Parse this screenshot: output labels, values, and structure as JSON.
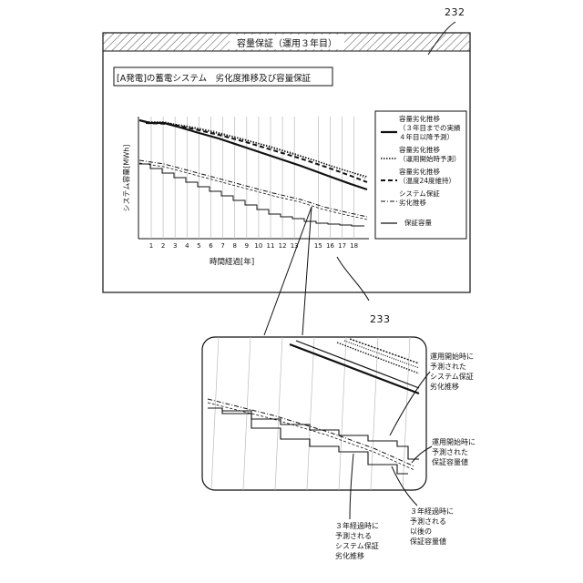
{
  "figure": {
    "ref_window": "232",
    "ref_chart": "233"
  },
  "window": {
    "title": "容量保証（運用３年目）"
  },
  "chart": {
    "subtitle": "[A発電]の蓄電システム　劣化度推移及び容量保証",
    "ylabel": "システム容量[MWh]",
    "xlabel": "時間経過[年]",
    "xticks": [
      "1",
      "2",
      "3",
      "4",
      "5",
      "6",
      "7",
      "8",
      "9",
      "10",
      "11",
      "12",
      "13",
      "15",
      "16",
      "17",
      "18"
    ]
  },
  "legend": {
    "items": [
      {
        "label_lines": [
          "容量劣化推移",
          "（３年目までの実績",
          "４年目以降予測）"
        ],
        "style": "solid-thick"
      },
      {
        "label_lines": [
          "容量劣化推移",
          "（運用開始時予測）"
        ],
        "style": "dotted"
      },
      {
        "label_lines": [
          "容量劣化推移",
          "（温度24度維持）"
        ],
        "style": "dashed-thick"
      },
      {
        "label_lines": [
          "システム保証",
          "劣化推移"
        ],
        "style": "dash-dot"
      },
      {
        "label_lines": [
          "保証容量"
        ],
        "style": "solid-step"
      }
    ]
  },
  "callouts": {
    "c1": [
      "運用開始時に",
      "予測された",
      "システム保証",
      "劣化推移"
    ],
    "c2": [
      "運用開始時に",
      "予測された",
      "保証容量値"
    ],
    "c3": [
      "３年経過時に",
      "予測される",
      "以後の",
      "保証容量値"
    ],
    "c4": [
      "３年経過時に",
      "予測される",
      "システム保証",
      "劣化推移"
    ]
  },
  "colors": {
    "line": "#111111",
    "hatch": "#555555",
    "gridline": "#bbbbbb"
  }
}
